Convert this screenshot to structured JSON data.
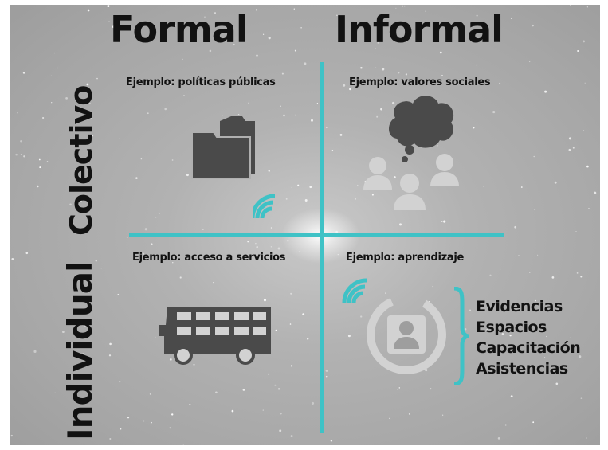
{
  "columns": {
    "formal": "Formal",
    "informal": "Informal"
  },
  "rows": {
    "colectivo": "Colectivo",
    "individual": "Individual"
  },
  "examples": {
    "formal_colectivo": "Ejemplo: políticas públicas",
    "informal_colectivo": "Ejemplo: valores sociales",
    "formal_individual": "Ejemplo: acceso a servicios",
    "informal_individual": "Ejemplo: aprendizaje"
  },
  "learning_components": [
    "Evidencias",
    "Espacios",
    "Capacitación",
    "Asistencias"
  ],
  "colors": {
    "accent": "#3fc2c6",
    "icon_dark": "#4a4a4a",
    "icon_light": "#d2d2d2",
    "text": "#121212"
  }
}
